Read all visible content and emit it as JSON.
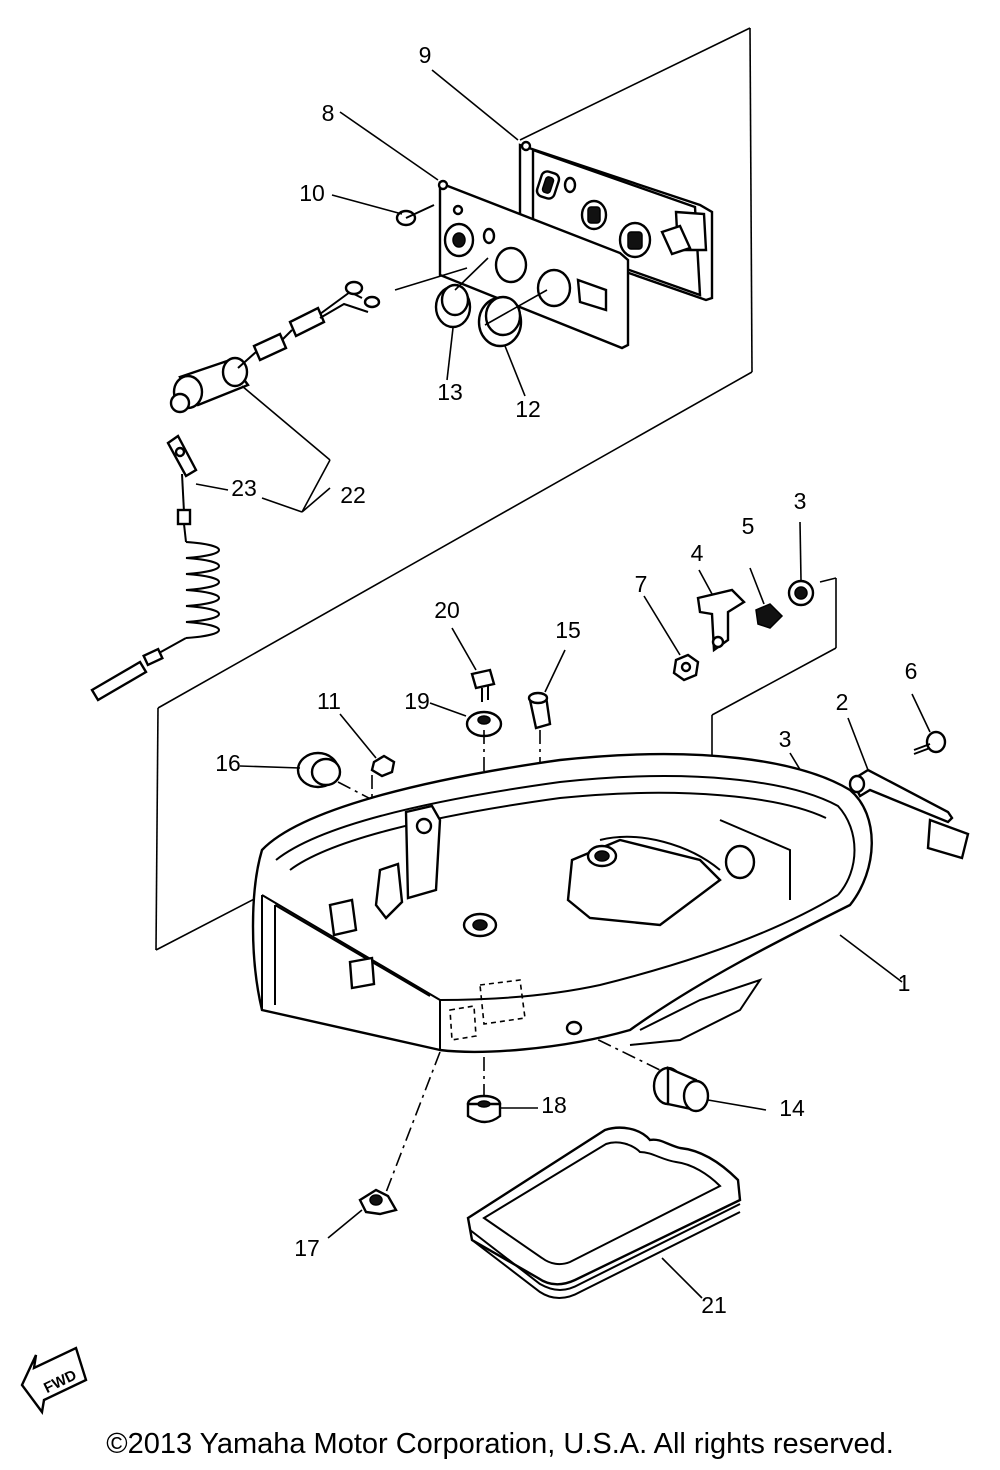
{
  "diagram": {
    "callouts": [
      "1",
      "2",
      "3",
      "3",
      "4",
      "5",
      "6",
      "7",
      "8",
      "9",
      "10",
      "11",
      "12",
      "13",
      "14",
      "15",
      "16",
      "17",
      "18",
      "19",
      "20",
      "21",
      "22",
      "23"
    ],
    "direction_label": "FWD"
  },
  "footer": {
    "copyright": "©2013 Yamaha Motor Corporation, U.S.A. All rights reserved."
  }
}
